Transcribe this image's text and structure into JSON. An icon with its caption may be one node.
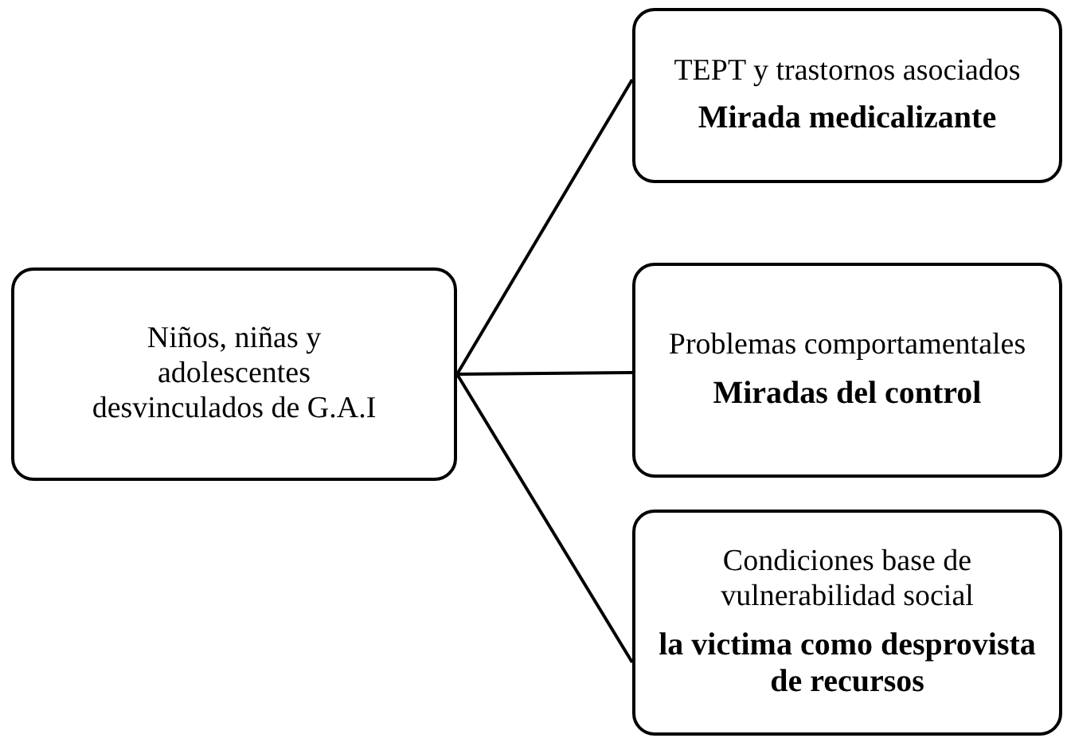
{
  "diagram": {
    "nodes": [
      {
        "text": [
          "Niños, niñas y adolescentes desvinculados de G.A.I"
        ]
      },
      {
        "text": [
          "TEPT  y trastornos asociados",
          "Mirada medicalizante"
        ]
      },
      {
        "text": [
          "Problemas comportamentales",
          "Miradas del control"
        ]
      },
      {
        "text": [
          "Condiciones base de vulnerabilidad social",
          "la victima como desprovista de recursos"
        ]
      }
    ],
    "edges": [
      {
        "from": 0,
        "to": 1,
        "arrow": "none"
      },
      {
        "from": 0,
        "to": 2,
        "arrow": "none"
      },
      {
        "from": 0,
        "to": 3,
        "arrow": "none"
      }
    ]
  }
}
